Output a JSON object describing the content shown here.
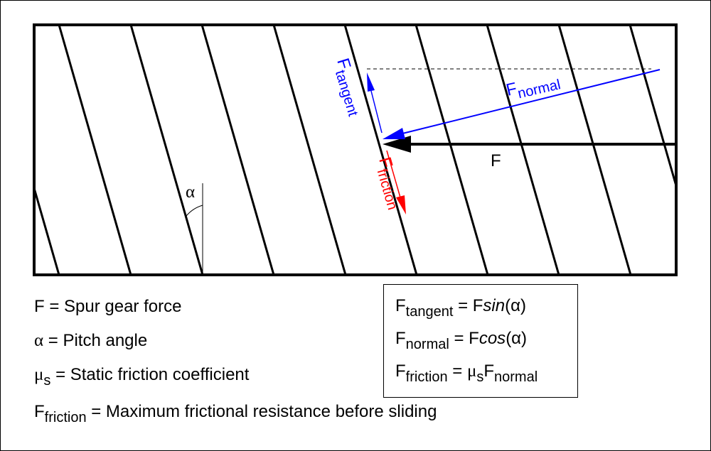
{
  "diagram": {
    "labels": {
      "force": "F",
      "f_main": "F",
      "normal_sub": "normal",
      "tangent_sub": "tangent",
      "friction_sub": "friction",
      "angle": "α"
    }
  },
  "legend": {
    "line1": "F = Spur gear force",
    "line2_sym": "α",
    "line2_text": " = Pitch angle",
    "line3_sym": "μ",
    "line3_sub": "s",
    "line3_text": " = Static friction coefficient",
    "line4_main": "F",
    "line4_sub": "friction",
    "line4_text": " = Maximum frictional resistance before sliding"
  },
  "formulas": {
    "f1_main": "F",
    "f1_sub": "tangent",
    "f1_eq": " = F",
    "f1_fn": "sin",
    "f1_arg": "(α)",
    "f2_main": "F",
    "f2_sub": "normal",
    "f2_eq": " = F",
    "f2_fn": "cos",
    "f2_arg": "(α)",
    "f3_main": "F",
    "f3_sub": "friction",
    "f3_eq": " = ",
    "f3_mu": "μ",
    "f3_mu_sub": "s",
    "f3_f": "F",
    "f3_f_sub": "normal"
  },
  "colors": {
    "tangent": "#0000ff",
    "normal": "#0000ff",
    "friction": "#ff0000",
    "force": "#000000"
  }
}
